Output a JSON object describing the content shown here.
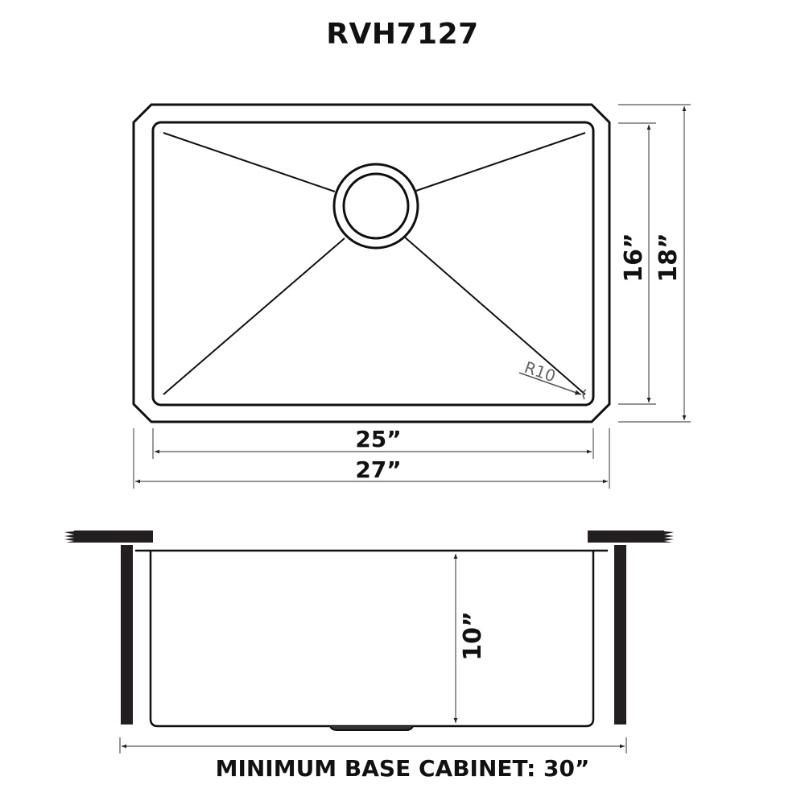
{
  "title": "RVH7127",
  "top_view": {
    "inner_width_label": "25”",
    "outer_width_label": "27”",
    "inner_length_label": "16”",
    "outer_length_label": "18”",
    "corner_radius_label": "R10"
  },
  "side_view": {
    "depth_label": "10”",
    "cabinet_label": "MINIMUM BASE CABINET: 30”"
  },
  "colors": {
    "line": "#111111",
    "dimension_line": "#555555",
    "countertop": "#231f20"
  }
}
